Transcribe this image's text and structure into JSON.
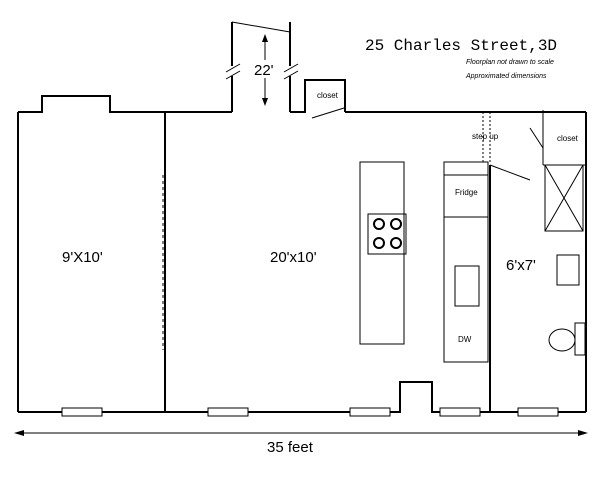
{
  "header": {
    "title": "25 Charles Street,3D",
    "note_1": "Floorplan not drawn to scale",
    "note_2": "Approximated dimensions"
  },
  "rooms": {
    "left_room": "9'X10'",
    "main_room": "20'x10'",
    "small_room": "6'x7'"
  },
  "hall": {
    "length": "22'"
  },
  "labels": {
    "closet_top": "closet",
    "closet_right": "closet",
    "step_up": "step up",
    "fridge": "Fridge",
    "dishwasher": "DW"
  },
  "dimensions": {
    "overall_width": "35 feet"
  }
}
